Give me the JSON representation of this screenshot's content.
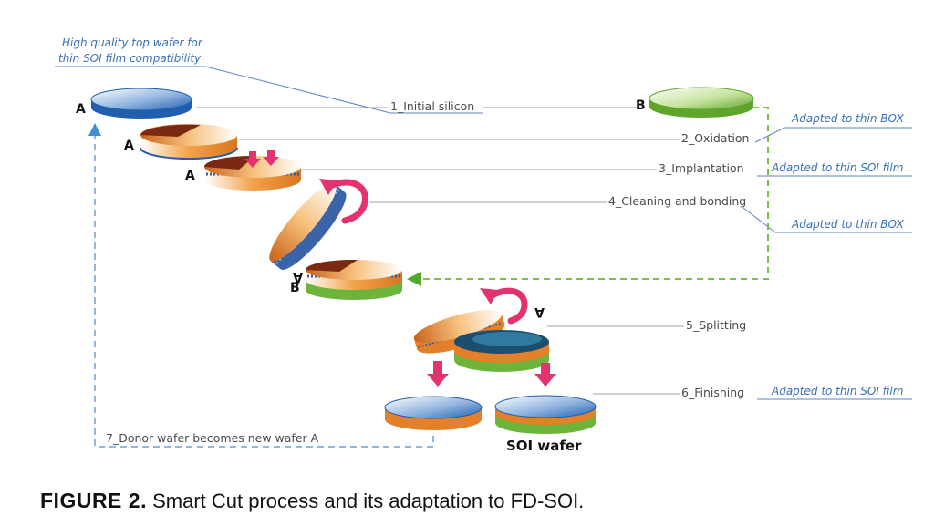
{
  "notes": {
    "top_wafer": [
      "High quality top wafer for",
      "thin SOI film compatibility"
    ],
    "oxidation": "Adapted to thin BOX",
    "implantation": "Adapted to thin SOI film",
    "bonding": "Adapted to thin BOX",
    "finishing": "Adapted to thin SOI film"
  },
  "steps": {
    "initial": "1_Initial silicon",
    "oxidation": "2_Oxidation",
    "implantation": "3_Implantation",
    "bonding": "4_Cleaning and bonding",
    "splitting": "5_Splitting",
    "finishing": "6_Finishing",
    "donor": "7_Donor wafer becomes new wafer A"
  },
  "wafer_letters": {
    "a": "A",
    "b": "B",
    "a_flipped": "A"
  },
  "soi_label": "SOI wafer",
  "caption": {
    "number": "FIGURE 2.",
    "text": "Smart Cut process and its adaptation to FD-SOI."
  },
  "colors": {
    "silicon_blue": "#2f6cb5",
    "silicon_green": "#79b83b",
    "oxide_orange": "#e48a2a",
    "arrow_pink": "#e2336f",
    "blue_dash": "#8fb7e0",
    "green_dash": "#78c046",
    "annotation": "#3a6fb5"
  }
}
